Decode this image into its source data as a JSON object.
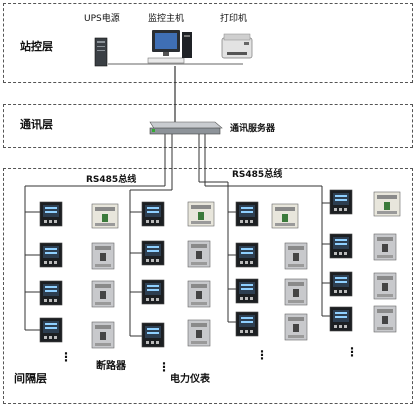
{
  "station_layer": {
    "label": "站控层",
    "devices": [
      {
        "label": "UPS电源",
        "icon": "ups-icon"
      },
      {
        "label": "监控主机",
        "icon": "monitor-host-icon"
      },
      {
        "label": "打印机",
        "icon": "printer-icon"
      }
    ]
  },
  "comm_layer": {
    "label": "通讯层",
    "server_label": "通讯服务器",
    "server_icon": "rack-server-icon"
  },
  "bay_layer": {
    "label": "间隔层",
    "bus_left": "RS485总线",
    "bus_right": "RS485总线",
    "breaker_label": "断路器",
    "meter_label": "电力仪表",
    "ellipsis": "⋮"
  },
  "colors": {
    "border": "#555555",
    "line": "#333333",
    "meter_face": "#2d3e50",
    "breaker_body": "#c8c9cc"
  }
}
